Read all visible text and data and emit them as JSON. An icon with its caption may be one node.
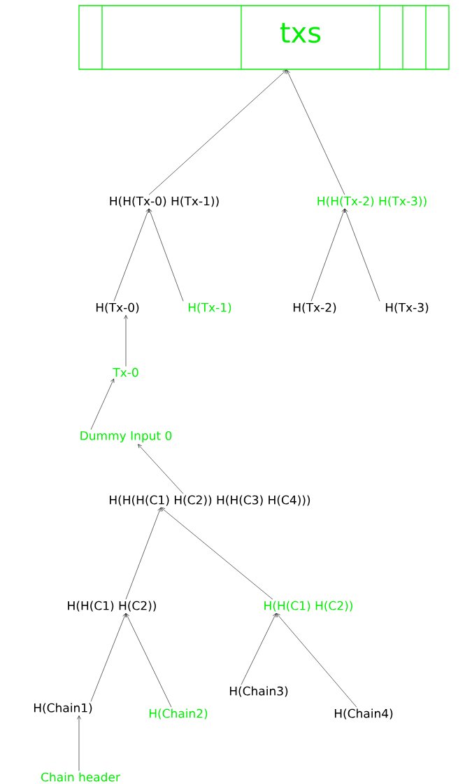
{
  "diagram": {
    "nodes": [
      {
        "text": [
          "txs"
        ]
      },
      {
        "text": [
          "H(H(Tx-0) H(Tx-1))"
        ]
      },
      {
        "text": [
          "H(H(Tx-2) H(Tx-3))"
        ]
      },
      {
        "text": [
          "H(Tx-0)"
        ]
      },
      {
        "text": [
          "H(Tx-1)"
        ]
      },
      {
        "text": [
          "H(Tx-2)"
        ]
      },
      {
        "text": [
          "H(Tx-3)"
        ]
      },
      {
        "text": [
          "Tx-0"
        ]
      },
      {
        "text": [
          "Dummy Input 0"
        ]
      },
      {
        "text": [
          "H(H(H(C1) H(C2)) H(H(C3) H(C4)))"
        ]
      },
      {
        "text": [
          "H(H(C1) H(C2))"
        ]
      },
      {
        "text": [
          "H(H(C1) H(C2))"
        ]
      },
      {
        "text": [
          "H(Chain1)"
        ]
      },
      {
        "text": [
          "H(Chain2)"
        ]
      },
      {
        "text": [
          "H(Chain3)"
        ]
      },
      {
        "text": [
          "H(Chain4)"
        ]
      },
      {
        "text": [
          "Chain header"
        ]
      }
    ],
    "edges": [
      {
        "from": 1,
        "to": 0,
        "arrow": "to"
      },
      {
        "from": 2,
        "to": 0,
        "arrow": "to"
      },
      {
        "from": 3,
        "to": 1,
        "arrow": "to"
      },
      {
        "from": 4,
        "to": 1,
        "arrow": "to"
      },
      {
        "from": 5,
        "to": 2,
        "arrow": "to"
      },
      {
        "from": 6,
        "to": 2,
        "arrow": "to"
      },
      {
        "from": 7,
        "to": 3,
        "arrow": "to"
      },
      {
        "from": 8,
        "to": 7,
        "arrow": "to"
      },
      {
        "from": 9,
        "to": 8,
        "arrow": "to"
      },
      {
        "from": 10,
        "to": 9,
        "arrow": "to"
      },
      {
        "from": 11,
        "to": 9,
        "arrow": "to"
      },
      {
        "from": 12,
        "to": 10,
        "arrow": "to"
      },
      {
        "from": 13,
        "to": 10,
        "arrow": "to"
      },
      {
        "from": 14,
        "to": 11,
        "arrow": "to"
      },
      {
        "from": 15,
        "to": 11,
        "arrow": "to"
      },
      {
        "from": 16,
        "to": 12,
        "arrow": "to"
      }
    ]
  }
}
